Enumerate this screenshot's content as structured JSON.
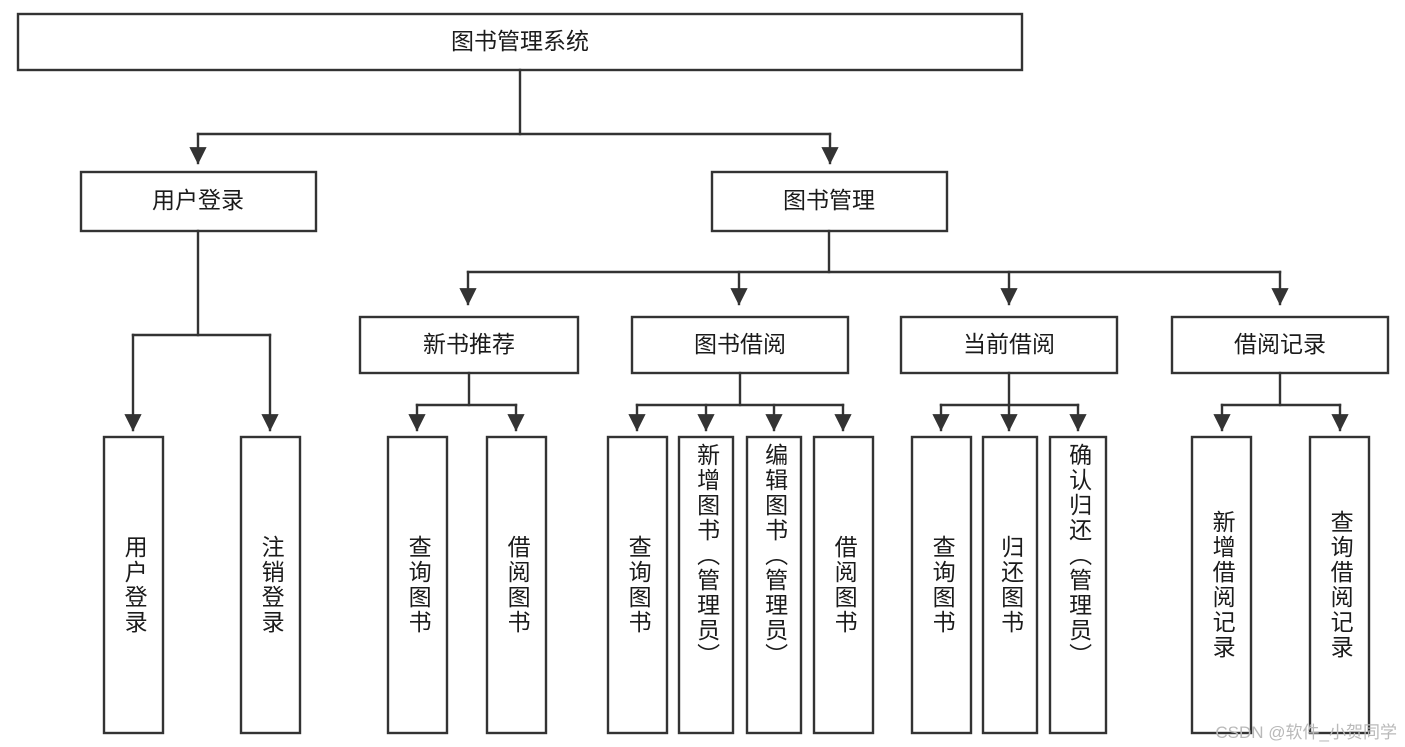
{
  "diagram": {
    "title": "图书管理系统",
    "type": "hierarchy-tree",
    "colors": {
      "box_stroke": "#333333",
      "box_fill": "#ffffff",
      "text": "#1b1b1b",
      "background": "#ffffff",
      "watermark": "#b9b9b9"
    },
    "root": {
      "label": "图书管理系统"
    },
    "level2": [
      {
        "label": "用户登录"
      },
      {
        "label": "图书管理"
      }
    ],
    "level3": [
      {
        "label": "新书推荐"
      },
      {
        "label": "图书借阅"
      },
      {
        "label": "当前借阅"
      },
      {
        "label": "借阅记录"
      }
    ],
    "leaves": {
      "user_login": [
        {
          "label": "用户登录"
        },
        {
          "label": "注销登录"
        }
      ],
      "new_book_recommend": [
        {
          "label": "查询图书"
        },
        {
          "label": "借阅图书"
        }
      ],
      "book_borrow": [
        {
          "label": "查询图书"
        },
        {
          "label": "新增图书（管理员）"
        },
        {
          "label": "编辑图书（管理员）"
        },
        {
          "label": "借阅图书"
        }
      ],
      "current_borrow": [
        {
          "label": "查询图书"
        },
        {
          "label": "归还图书"
        },
        {
          "label": "确认归还（管理员）"
        }
      ],
      "borrow_records": [
        {
          "label": "新增借阅记录"
        },
        {
          "label": "查询借阅记录"
        }
      ]
    },
    "watermark": "CSDN @软件_小贺同学"
  }
}
